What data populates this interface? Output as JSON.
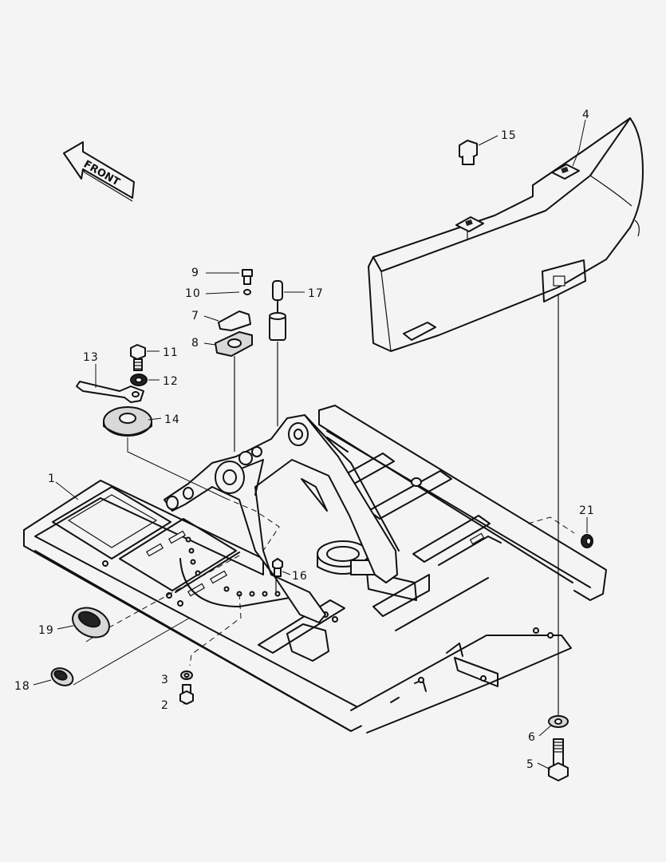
{
  "diagram": {
    "direction_arrow": {
      "label": "FRONT"
    },
    "callouts": [
      {
        "id": "c1",
        "text": "1"
      },
      {
        "id": "c2",
        "text": "2"
      },
      {
        "id": "c3",
        "text": "3"
      },
      {
        "id": "c4",
        "text": "4"
      },
      {
        "id": "c5",
        "text": "5"
      },
      {
        "id": "c6",
        "text": "6"
      },
      {
        "id": "c7",
        "text": "7"
      },
      {
        "id": "c8",
        "text": "8"
      },
      {
        "id": "c9",
        "text": "9"
      },
      {
        "id": "c10",
        "text": "10"
      },
      {
        "id": "c11",
        "text": "11"
      },
      {
        "id": "c12",
        "text": "12"
      },
      {
        "id": "c13",
        "text": "13"
      },
      {
        "id": "c14",
        "text": "14"
      },
      {
        "id": "c15",
        "text": "15"
      },
      {
        "id": "c16",
        "text": "16"
      },
      {
        "id": "c17",
        "text": "17"
      },
      {
        "id": "c18",
        "text": "18"
      },
      {
        "id": "c19",
        "text": "19"
      },
      {
        "id": "c21",
        "text": "21"
      }
    ]
  }
}
